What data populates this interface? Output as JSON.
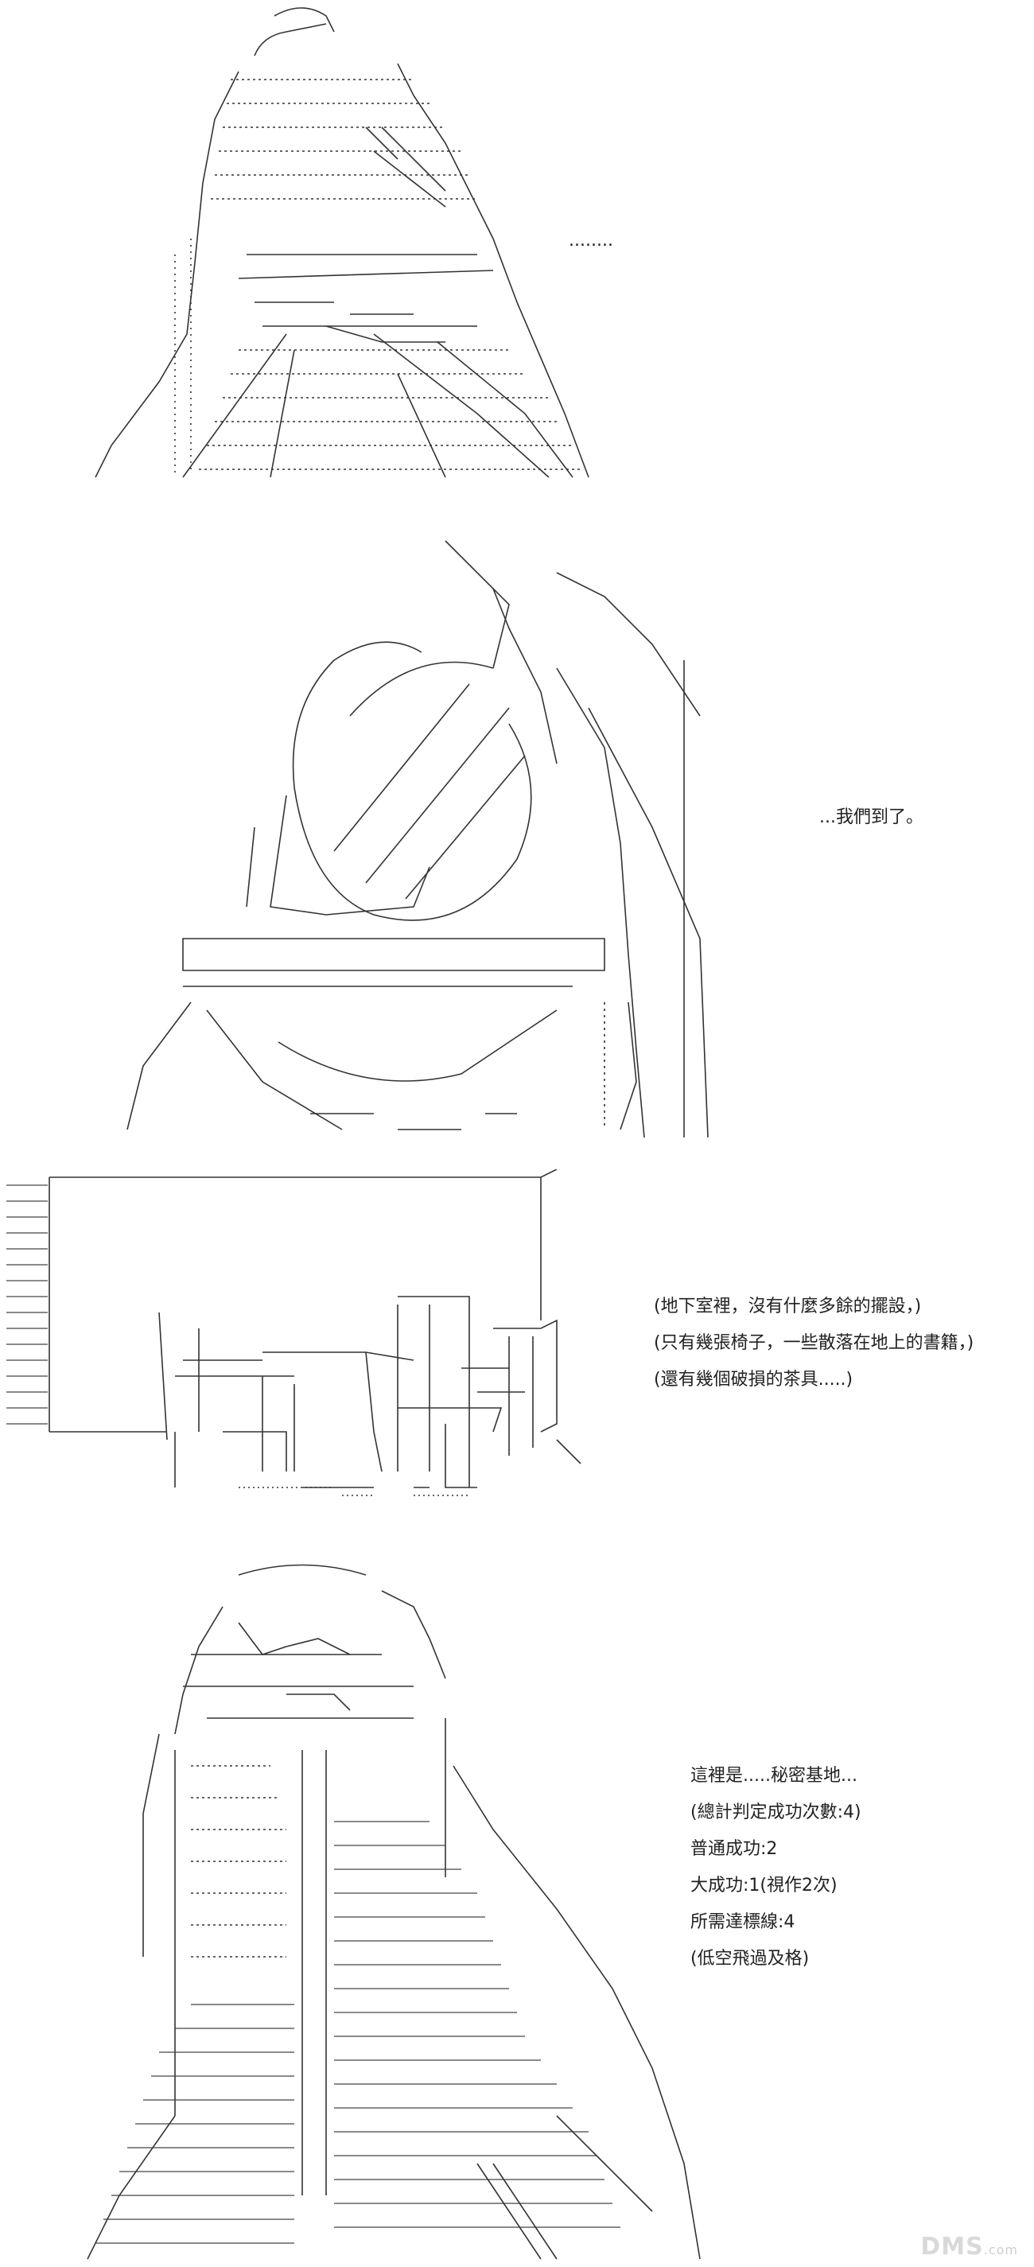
{
  "panels": [
    {
      "caption": "........"
    },
    {
      "caption": "...我們到了。"
    },
    {
      "captions": [
        "(地下室裡，沒有什麼多餘的擺設，)",
        "(只有幾張椅子，一些散落在地上的書籍，)",
        "(還有幾個破損的茶具.....)"
      ]
    },
    {
      "captions": [
        "這裡是.....秘密基地...",
        "(總計判定成功次數:4)",
        "普通成功:2",
        "大成功:1(視作2次)",
        "所需達標線:4",
        "(低空飛過及格)"
      ]
    }
  ],
  "watermark": {
    "brand": "DMS",
    "suffix": ".com"
  },
  "colors": {
    "ink": "#222222",
    "watermark": "#d9d9d9",
    "background": "#ffffff"
  }
}
